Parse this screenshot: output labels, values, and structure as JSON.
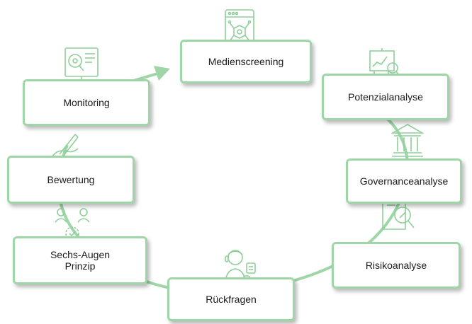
{
  "colors": {
    "accent": "#9fd6a8",
    "icon_stroke": "#8fcf9a",
    "text": "#1a1a1a"
  },
  "steps": [
    {
      "label": "Medienscreening",
      "icon": "browser-network-icon"
    },
    {
      "label": "Potenzialanalyse",
      "icon": "presentation-chart-icon"
    },
    {
      "label": "Governanceanalyse",
      "icon": "institution-building-icon"
    },
    {
      "label": "Risikoanalyse",
      "icon": "document-magnifier-icon"
    },
    {
      "label": "Rückfragen",
      "icon": "person-questions-icon"
    },
    {
      "label": "Sechs-Augen\nPrinzip",
      "icon": "people-review-icon"
    },
    {
      "label": "Bewertung",
      "icon": "hand-writing-icon"
    },
    {
      "label": "Monitoring",
      "icon": "monitor-eye-icon"
    }
  ]
}
